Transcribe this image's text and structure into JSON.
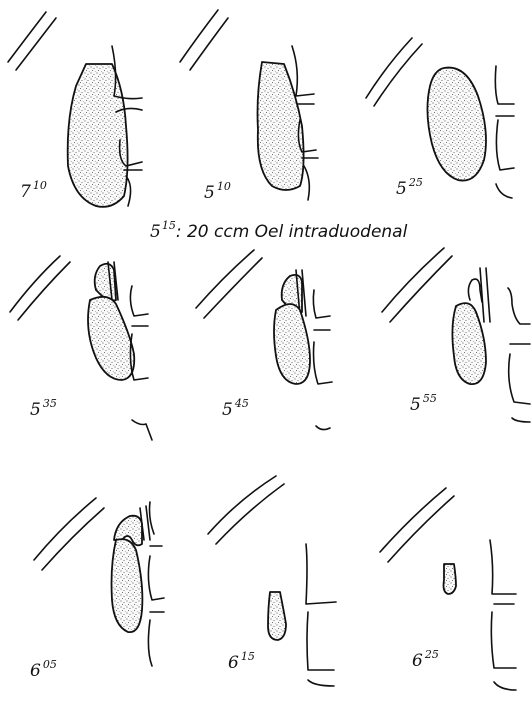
{
  "caption": {
    "time_main": "5",
    "time_sup": "15",
    "text": ": 20 ccm Oel intraduodenal"
  },
  "panels": [
    {
      "main": "7",
      "sup": "10"
    },
    {
      "main": "5",
      "sup": "10"
    },
    {
      "main": "5",
      "sup": "25"
    },
    {
      "main": "5",
      "sup": "35"
    },
    {
      "main": "5",
      "sup": "45"
    },
    {
      "main": "5",
      "sup": "55"
    },
    {
      "main": "6",
      "sup": "05"
    },
    {
      "main": "6",
      "sup": "15"
    },
    {
      "main": "6",
      "sup": "25"
    }
  ]
}
